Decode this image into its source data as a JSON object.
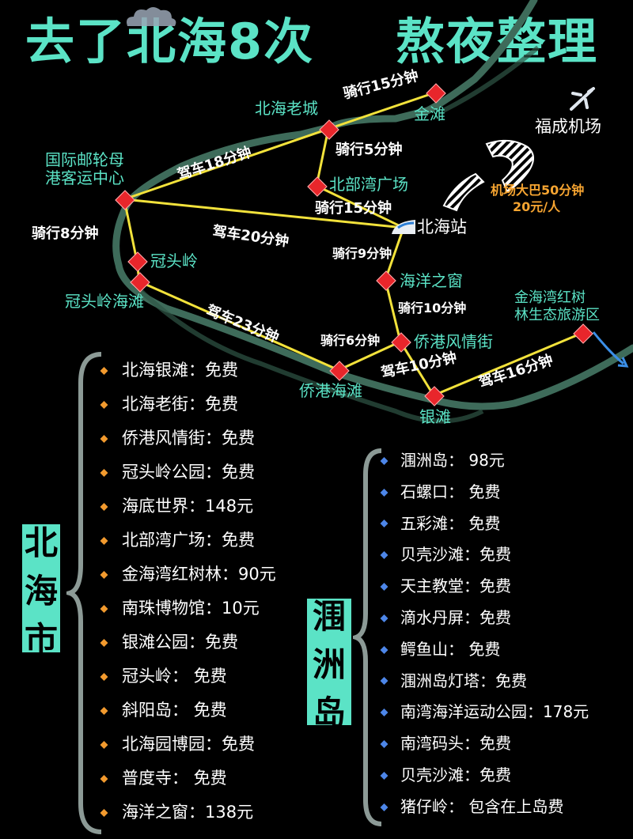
{
  "header": {
    "title_left": "去了北海8次",
    "title_right": "熬夜整理",
    "title_color": "#5be3c6"
  },
  "map": {
    "places": {
      "beihai_old_town": "北海老城",
      "jintan": "金滩",
      "fucheng_airport": "福成机场",
      "cruise_center_line1": "国际邮轮母",
      "cruise_center_line2": "港客运中心",
      "beibuwan_square": "北部湾广场",
      "beihai_station": "北海站",
      "guantouling": "冠头岭",
      "guantouling_beach": "冠头岭海滩",
      "ocean_window": "海洋之窗",
      "qiaogang_street": "侨港风情街",
      "qiaogang_beach": "侨港海滩",
      "yintan": "银滩",
      "mangrove_line1": "金海湾红树",
      "mangrove_line2": "林生态旅游区"
    },
    "routes": {
      "old_town_to_jintan": "骑行15分钟",
      "old_town_to_square": "骑行5分钟",
      "cruise_to_old_town": "驾车18分钟",
      "square_to_station": "骑行15分钟",
      "cruise_to_guantouling": "骑行8分钟",
      "cruise_to_station": "驾车20分钟",
      "station_to_ocean": "骑行9分钟",
      "ocean_to_qiaogang": "骑行10分钟",
      "beach_to_qiaogang_beach": "驾车23分钟",
      "qiaogang_beach_to_street": "骑行6分钟",
      "street_to_yintan": "驾车10分钟",
      "yintan_to_mangrove": "驾车16分钟"
    },
    "airport_bus_line1": "机场大巴50分钟",
    "airport_bus_line2": "20元/人",
    "airport_icon": "airplane-icon",
    "station_icon": "train-icon",
    "route_color": "#f2e23b",
    "coast_color": "#3e6b5a"
  },
  "beihai_city": {
    "label_line1": "北",
    "label_line2": "海",
    "label_line3": "市",
    "items": [
      "北海银滩：免费",
      "北海老街：免费",
      "侨港风情街：免费",
      "冠头岭公园：免费",
      "海底世界：148元",
      "北部湾广场：免费",
      "金海湾红树林：90元",
      "南珠博物馆：10元",
      "银滩公园：免费",
      "冠头岭： 免费",
      "斜阳岛： 免费",
      "北海园博园：免费",
      "普度寺： 免费",
      "海洋之窗：138元"
    ]
  },
  "weizhou_island": {
    "label_line1": "涠",
    "label_line2": "洲",
    "label_line3": "岛",
    "items": [
      "涠洲岛： 98元",
      "石螺口： 免费",
      "五彩滩： 免费",
      "贝壳沙滩：免费",
      "天主教堂：免费",
      "滴水丹屏：免费",
      "鳄鱼山： 免费",
      "涠洲岛灯塔：免费",
      "南湾海洋运动公园：178元",
      "南湾码头：免费",
      "贝壳沙滩：免费",
      "猪仔岭： 包含在上岛费"
    ]
  }
}
